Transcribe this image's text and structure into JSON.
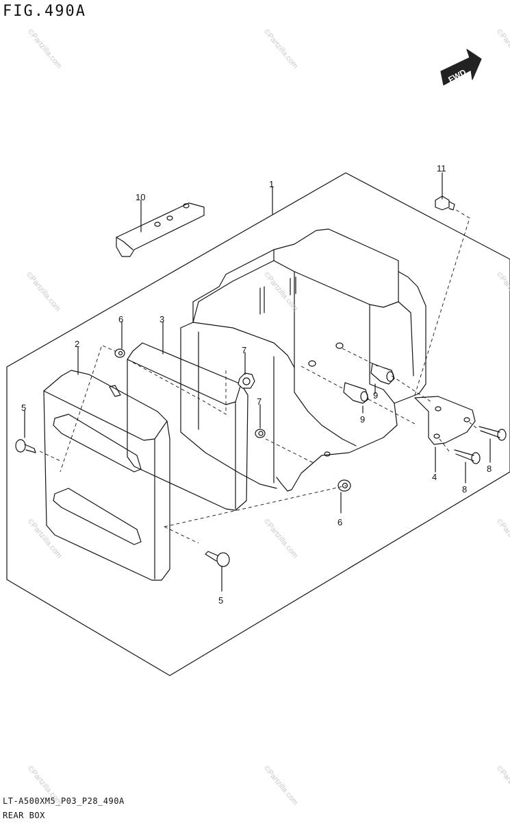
{
  "figure": {
    "title": "FIG.490A",
    "footer_code": "LT-A500XM5_P03_P28_490A",
    "footer_name": "REAR BOX",
    "direction_tag": "FWD",
    "watermark": "©Partzilla.com"
  },
  "callouts": {
    "n1": "1",
    "n2": "2",
    "n3": "3",
    "n4": "4",
    "n5a": "5",
    "n5b": "5",
    "n6a": "6",
    "n6b": "6",
    "n7a": "7",
    "n7b": "7",
    "n8a": "8",
    "n8b": "8",
    "n9a": "9",
    "n9b": "9",
    "n10": "10",
    "n11": "11"
  }
}
